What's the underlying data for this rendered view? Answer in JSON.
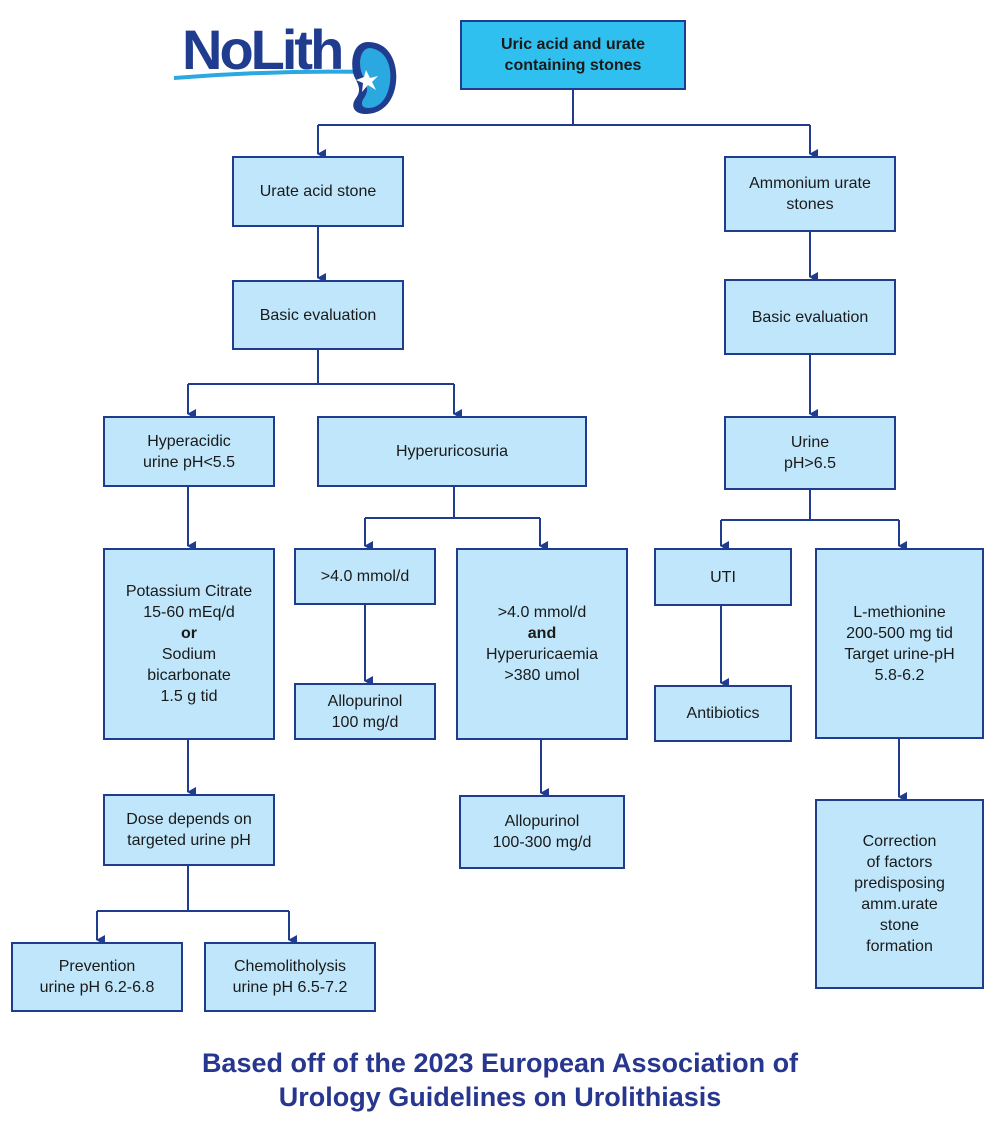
{
  "brand": {
    "logo_text": "NoLith"
  },
  "nodes": {
    "root": {
      "line1": "Uric acid and urate",
      "line2": "containing stones"
    },
    "urate_acid_stone": {
      "text": "Urate acid stone"
    },
    "ammonium_urate": {
      "line1": "Ammonium urate",
      "line2": "stones"
    },
    "basic_eval_left": {
      "text": "Basic evaluation"
    },
    "basic_eval_right": {
      "text": "Basic evaluation"
    },
    "hyperacidic": {
      "line1": "Hyperacidic",
      "line2": "urine pH<5.5"
    },
    "hyperuricosuria": {
      "text": "Hyperuricosuria"
    },
    "urine_ph": {
      "line1": "Urine",
      "line2": "pH>6.5"
    },
    "potassium_citrate": {
      "line1": "Potassium Citrate",
      "line2": "15-60 mEq/d",
      "line3": "or",
      "line4": "Sodium",
      "line5": "bicarbonate",
      "line6": "1.5 g tid"
    },
    "gt4_left": {
      "text": ">4.0 mmol/d"
    },
    "gt4_right": {
      "line1": ">4.0 mmol/d",
      "line2": "and",
      "line3": "Hyperuricaemia",
      "line4": ">380 umol"
    },
    "uti": {
      "text": "UTI"
    },
    "l_methionine": {
      "line1": "L-methionine",
      "line2": "200-500 mg tid",
      "line3": "Target urine-pH",
      "line4": "5.8-6.2"
    },
    "allopurinol_100": {
      "line1": "Allopurinol",
      "line2": "100 mg/d"
    },
    "antibiotics": {
      "text": "Antibiotics"
    },
    "dose_depends": {
      "line1": "Dose depends on",
      "line2": "targeted urine pH"
    },
    "allopurinol_100_300": {
      "line1": "Allopurinol",
      "line2": "100-300 mg/d"
    },
    "correction": {
      "line1": "Correction",
      "line2": "of factors",
      "line3": "predisposing",
      "line4": "amm.urate",
      "line5": "stone",
      "line6": "formation"
    },
    "prevention": {
      "line1": "Prevention",
      "line2": "urine pH 6.2-6.8"
    },
    "chemolitholysis": {
      "line1": "Chemolitholysis",
      "line2": "urine pH 6.5-7.2"
    }
  },
  "footer": {
    "line1": "Based off of the 2023 European Association of",
    "line2": "Urology Guidelines on Urolithiasis"
  },
  "colors": {
    "box_fill": "#bfe6fa",
    "root_fill": "#2fc0ef",
    "border": "#1f3c8f",
    "footer_text": "#27368f"
  }
}
